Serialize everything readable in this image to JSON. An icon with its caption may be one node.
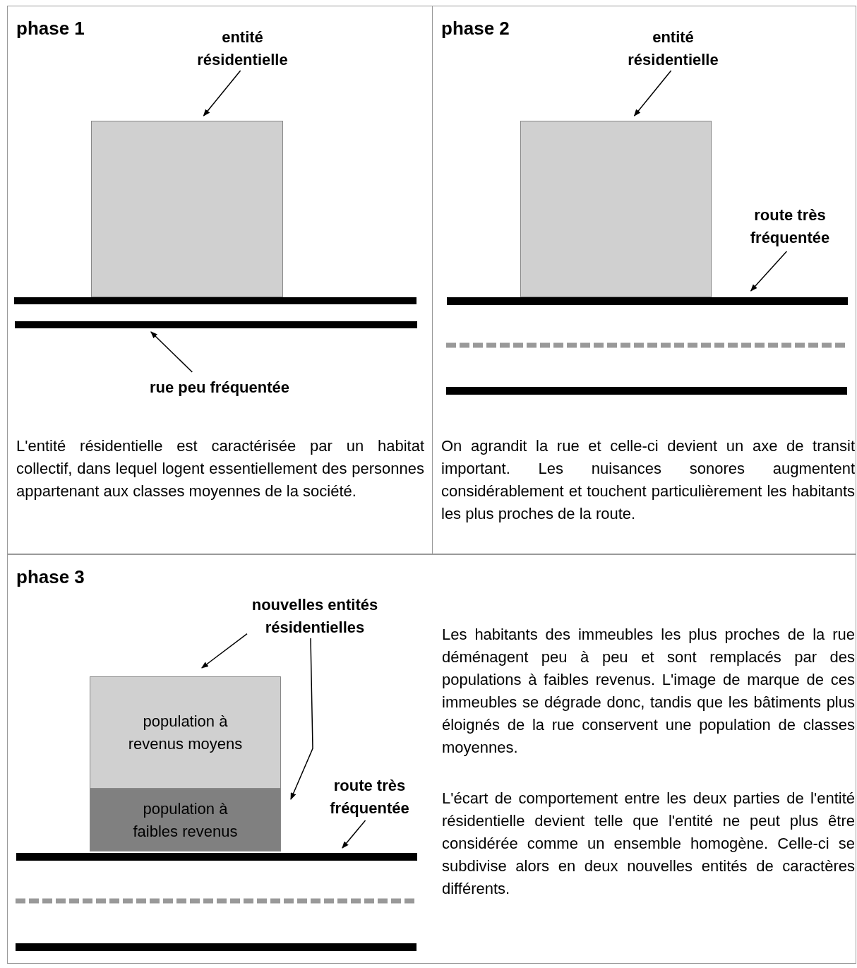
{
  "diagram": {
    "nodes": [
      {
        "text": [
          "phase 1",
          "L'entité résidentielle est caractérisée par un habitat collectif, dans lequel logent essentiellement des personnes appartenant aux classes moyennes de la société."
        ]
      },
      {
        "text": [
          "entité résidentielle"
        ],
        "in": 0
      },
      {
        "text": [],
        "shape": "box",
        "in": 0
      },
      {
        "text": [
          "rue peu fréquentée"
        ],
        "in": 0
      },
      {
        "text": [],
        "shape": "bar",
        "in": 0
      },
      {
        "text": [
          "phase 2",
          "On agrandit la rue et celle-ci devient un axe de transit important. Les nuisances sonores augmentent considérablement et touchent particulièrement les habitants les plus proches de la route."
        ]
      },
      {
        "text": [
          "entité résidentielle"
        ],
        "in": 5
      },
      {
        "text": [],
        "shape": "box",
        "in": 5
      },
      {
        "text": [
          "route très fréquentée"
        ],
        "in": 5
      },
      {
        "text": [],
        "shape": "bar",
        "in": 5
      },
      {
        "text": [
          "phase 3",
          "Les habitants des immeubles les plus proches de la rue déménagent peu à peu et sont remplacés par des populations à faibles revenus. L'image de marque de ces immeubles se dégrade donc, tandis que les bâtiments plus éloignés de la rue conservent une population de classes moyennes.",
          "L'écart de comportement entre les deux parties de l'entité résidentielle devient telle que l'entité ne peut plus être considérée comme un ensemble homogène. Celle-ci se subdivise alors en deux nouvelles entités de caractères différents."
        ]
      },
      {
        "text": [
          "nouvelles entités résidentielles"
        ],
        "in": 10
      },
      {
        "text": [
          "population à revenus moyens"
        ],
        "in": 10
      },
      {
        "text": [
          "population à faibles revenus"
        ],
        "in": 10
      },
      {
        "text": [
          "route très fréquentée"
        ],
        "in": 10
      },
      {
        "text": [],
        "shape": "bar",
        "in": 10
      }
    ],
    "edges": [
      {
        "from": 1,
        "to": 2,
        "arrow": "to"
      },
      {
        "from": 3,
        "to": 4,
        "arrow": "to"
      },
      {
        "from": 6,
        "to": 7,
        "arrow": "to"
      },
      {
        "from": 8,
        "to": 9,
        "arrow": "to"
      },
      {
        "from": 11,
        "to": 12,
        "arrow": "to"
      },
      {
        "from": 11,
        "to": 13,
        "arrow": "to"
      },
      {
        "from": 14,
        "to": 15,
        "arrow": "to"
      }
    ]
  }
}
